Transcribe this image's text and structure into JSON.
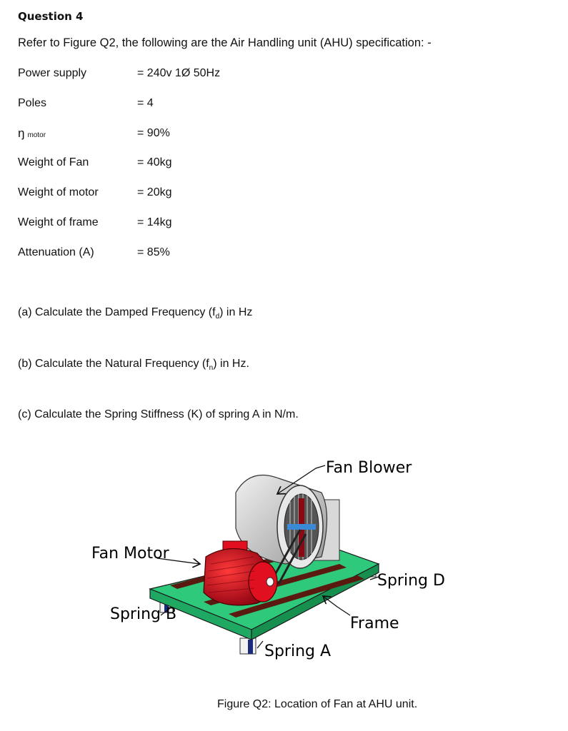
{
  "question_title": "Question 4",
  "intro": "Refer to Figure Q2, the following are the Air Handling unit (AHU) specification: -",
  "specs": [
    {
      "label": "Power supply",
      "value": "= 240v 1Ø 50Hz"
    },
    {
      "label": "Poles",
      "value": "= 4"
    },
    {
      "label_symbol": "ŋ",
      "label_sub": "motor",
      "value": "= 90%"
    },
    {
      "label": "Weight of Fan",
      "value": "= 40kg"
    },
    {
      "label": "Weight of motor",
      "value": "= 20kg"
    },
    {
      "label": "Weight of frame",
      "value": "= 14kg"
    },
    {
      "label": "Attenuation (A)",
      "value": "= 85%"
    }
  ],
  "parts": {
    "a": {
      "prefix": "(a)  Calculate the Damped Frequency (f",
      "sub": "d",
      "suffix": ") in Hz"
    },
    "b": {
      "prefix": "(b)  Calculate the Natural Frequency (f",
      "sub": "n",
      "suffix": ") in Hz."
    },
    "c": {
      "text": "(c)  Calculate the Spring Stiffness (K) of spring A in N/m."
    }
  },
  "figure": {
    "labels": {
      "fan_blower": "Fan Blower",
      "fan_motor": "Fan Motor",
      "spring_d": "Spring D",
      "spring_b": "Spring B",
      "frame": "Frame",
      "spring_a": "Spring A"
    },
    "colors": {
      "frame": "#2ec97a",
      "motor": "#e01020",
      "blower": "#d8d8d8",
      "rail": "#5a1a10",
      "spring": "#1b2a7a"
    },
    "caption": "Figure Q2: Location of Fan at AHU unit."
  }
}
